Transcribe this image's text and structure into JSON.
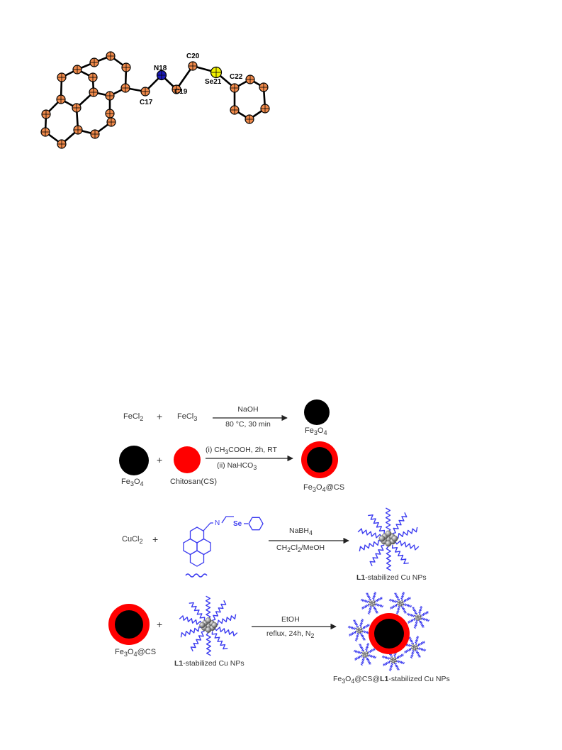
{
  "structure": {
    "atom_labels": [
      "N18",
      "C20",
      "C19",
      "C17",
      "Se21",
      "C22"
    ],
    "colors": {
      "carbon": "#f08a4b",
      "nitrogen": "#1a1ab8",
      "selenium": "#f0f000",
      "bond": "#000000"
    }
  },
  "scheme": {
    "row1": {
      "reactant1": [
        "FeCl",
        "2"
      ],
      "reactant2": [
        "FeCl",
        "3"
      ],
      "plus": "+",
      "cond_top": "NaOH",
      "cond_bottom": "80 °C, 30 min",
      "product": [
        "Fe",
        "3",
        "O",
        "4"
      ]
    },
    "row2": {
      "reactant1": [
        "Fe",
        "3",
        "O",
        "4"
      ],
      "plus": "+",
      "reactant2": "Chitosan(CS)",
      "cond_top": [
        "(i) CH",
        "3",
        "COOH, 2h, RT"
      ],
      "cond_bottom": [
        "(ii) NaHCO",
        "3"
      ],
      "product": [
        "Fe",
        "3",
        "O",
        "4",
        "@CS"
      ]
    },
    "row3": {
      "reactant1": [
        "CuCl",
        "2"
      ],
      "plus": "+",
      "ligand_labels": [
        "N",
        "Se"
      ],
      "cond_top": [
        "NaBH",
        "4"
      ],
      "cond_bottom": [
        "CH",
        "2",
        "Cl",
        "2",
        "/MeOH"
      ],
      "product": [
        "L1",
        "-stabilized Cu NPs"
      ]
    },
    "row4": {
      "reactant1": [
        "Fe",
        "3",
        "O",
        "4",
        "@CS"
      ],
      "plus": "+",
      "reactant2": [
        "L1",
        "-stabilized Cu NPs"
      ],
      "cond_top": "EtOH",
      "cond_bottom": [
        "reflux, 24h, N",
        "2"
      ],
      "product": [
        "Fe",
        "3",
        "O",
        "4",
        "@CS@",
        "L1",
        "-stabilized Cu NPs"
      ]
    },
    "colors": {
      "core": "#000000",
      "shell": "#ff0000",
      "ligand": "#3b3bf0",
      "cu_np": "#9a9a9a"
    }
  }
}
